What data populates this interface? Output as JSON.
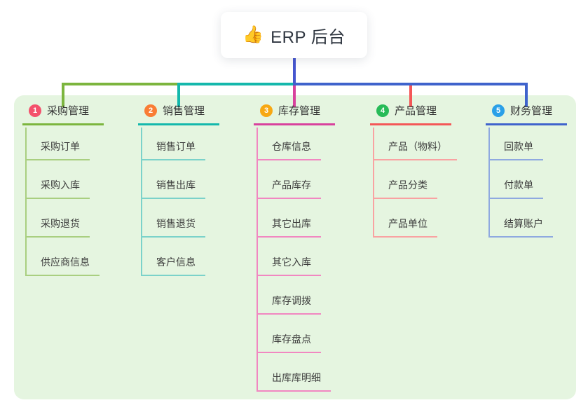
{
  "root": {
    "label": "ERP 后台",
    "icon": "thumbs-up-icon",
    "icon_glyph": "👍"
  },
  "branches": [
    {
      "number": "1",
      "title": "采购管理",
      "badge_color": "#f4516c",
      "line_color": "#7cb53e",
      "child_line_color": "#a9cf80",
      "children": [
        "采购订单",
        "采购入库",
        "采购退货",
        "供应商信息"
      ]
    },
    {
      "number": "2",
      "title": "销售管理",
      "badge_color": "#f97d35",
      "line_color": "#14b8ac",
      "child_line_color": "#7bd2ca",
      "children": [
        "销售订单",
        "销售出库",
        "销售退货",
        "客户信息"
      ]
    },
    {
      "number": "3",
      "title": "库存管理",
      "badge_color": "#f7a813",
      "line_color": "#d8419d",
      "child_line_color": "#f187c1",
      "children": [
        "仓库信息",
        "产品库存",
        "其它出库",
        "其它入库",
        "库存调拨",
        "库存盘点",
        "出库库明细"
      ]
    },
    {
      "number": "4",
      "title": "产品管理",
      "badge_color": "#27bb58",
      "line_color": "#f45757",
      "child_line_color": "#f9a2a2",
      "children": [
        "产品（物料）",
        "产品分类",
        "产品单位"
      ]
    },
    {
      "number": "5",
      "title": "财务管理",
      "badge_color": "#2aa0e8",
      "line_color": "#3f63cc",
      "child_line_color": "#8fa9e0",
      "children": [
        "回款单",
        "付款单",
        "结算账户"
      ]
    }
  ],
  "colors": {
    "panel_bg": "#e5f5e0",
    "root_connector": "#4656cf",
    "page_bg": "#ffffff",
    "text": "#333333"
  }
}
